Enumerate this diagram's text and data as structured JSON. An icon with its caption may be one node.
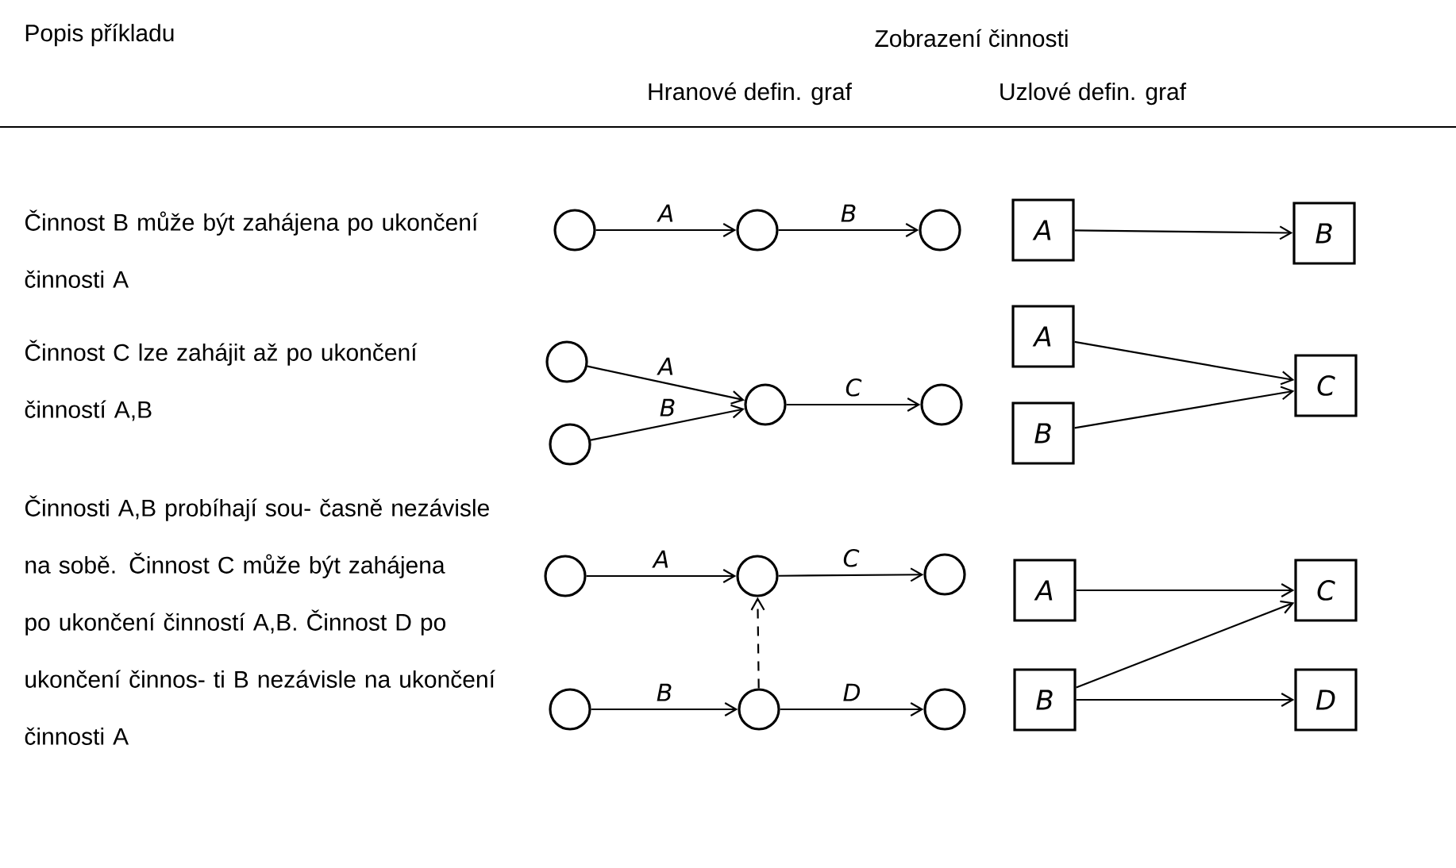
{
  "diagram": {
    "nodes": [
      {
        "text": [],
        "shape": "circle"
      },
      {
        "text": [],
        "shape": "circle"
      },
      {
        "text": [],
        "shape": "circle"
      },
      {
        "text": [
          "A"
        ]
      },
      {
        "text": [
          "B"
        ]
      },
      {
        "text": [],
        "shape": "circle"
      },
      {
        "text": [],
        "shape": "circle"
      },
      {
        "text": [],
        "shape": "circle"
      },
      {
        "text": [],
        "shape": "circle"
      },
      {
        "text": [
          "A"
        ]
      },
      {
        "text": [
          "B"
        ]
      },
      {
        "text": [
          "C"
        ]
      },
      {
        "text": [],
        "shape": "circle"
      },
      {
        "text": [],
        "shape": "circle"
      },
      {
        "text": [],
        "shape": "circle"
      },
      {
        "text": [],
        "shape": "circle"
      },
      {
        "text": [],
        "shape": "circle"
      },
      {
        "text": [],
        "shape": "circle"
      },
      {
        "text": [
          "A"
        ]
      },
      {
        "text": [
          "C"
        ]
      },
      {
        "text": [
          "B"
        ]
      },
      {
        "text": [
          "D"
        ]
      }
    ],
    "edges": [
      {
        "from": 0,
        "to": 1,
        "arrow": "to",
        "label": "A"
      },
      {
        "from": 1,
        "to": 2,
        "arrow": "to",
        "label": "B"
      },
      {
        "from": 3,
        "to": 4,
        "arrow": "to"
      },
      {
        "from": 5,
        "to": 7,
        "arrow": "to",
        "label": "A"
      },
      {
        "from": 6,
        "to": 7,
        "arrow": "to",
        "label": "B"
      },
      {
        "from": 7,
        "to": 8,
        "arrow": "to",
        "label": "C"
      },
      {
        "from": 9,
        "to": 11,
        "arrow": "to"
      },
      {
        "from": 10,
        "to": 11,
        "arrow": "to"
      },
      {
        "from": 12,
        "to": 13,
        "arrow": "to",
        "label": "A"
      },
      {
        "from": 13,
        "to": 14,
        "arrow": "to",
        "label": "C"
      },
      {
        "from": 15,
        "to": 16,
        "arrow": "to",
        "label": "B"
      },
      {
        "from": 16,
        "to": 13,
        "arrow": "to",
        "style": "dashed"
      },
      {
        "from": 16,
        "to": 17,
        "arrow": "to",
        "label": "D"
      },
      {
        "from": 18,
        "to": 19,
        "arrow": "to"
      },
      {
        "from": 20,
        "to": 19,
        "arrow": "to"
      },
      {
        "from": 20,
        "to": 21,
        "arrow": "to"
      }
    ],
    "labels": [
      "Popis příkladu",
      "Zobrazení činnosti",
      "Hranové defin. graf",
      "Uzlové defin. graf",
      "Činnost B může být zahájena po ukončení činnosti A",
      "Činnost C lze zahájit až po ukončení činností A,B",
      "Činnosti A,B probíhají sou- časně nezávisle na sobě. Činnost C může být zahájena po ukončení činností A,B. Činnost D po ukončení činnos- ti B nezávisle na ukončení činnosti A"
    ]
  }
}
